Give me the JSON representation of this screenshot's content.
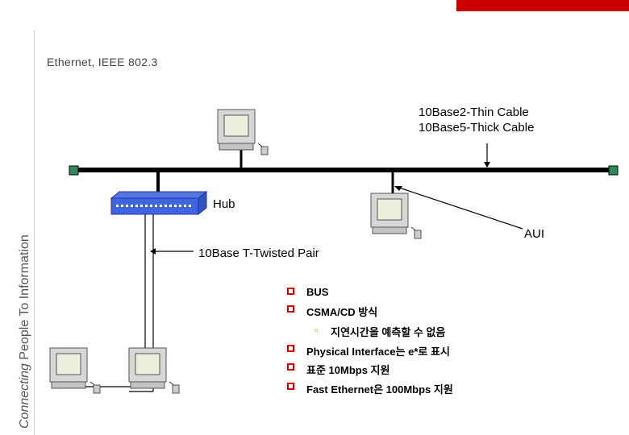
{
  "brand": {
    "tagline_italic": "Connecting",
    "tagline_rest": "People To Information",
    "accent_color": "#cc0000"
  },
  "slide": {
    "title": "Ethernet, IEEE 802.3"
  },
  "diagram": {
    "cable_thin": "10Base2-Thin Cable",
    "cable_thick": "10Base5-Thick Cable",
    "hub_label": "Hub",
    "aui_label": "AUI",
    "twisted_pair_label": "10Base T-Twisted Pair",
    "icons": [
      "computer-icon",
      "hub-icon",
      "terminator-icon"
    ]
  },
  "bullets": [
    {
      "text": "BUS",
      "level": 1
    },
    {
      "text": "CSMA/CD 방식",
      "level": 1
    },
    {
      "text": "지연시간을 예측할 수 없음",
      "level": 2
    },
    {
      "text": "Physical Interface는 e*로 표시",
      "level": 1
    },
    {
      "text": "표준 10Mbps 지원",
      "level": 1
    },
    {
      "text": "Fast Ethernet은 100Mbps 지원",
      "level": 1
    }
  ]
}
